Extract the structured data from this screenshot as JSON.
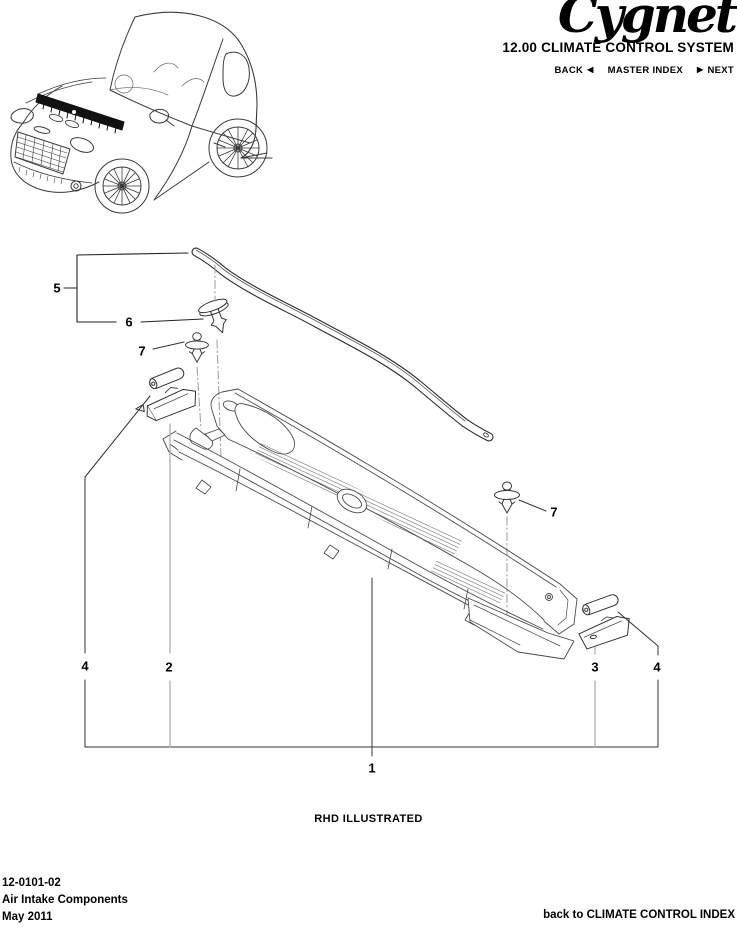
{
  "header": {
    "logo": "Cygnet",
    "title": "12.00 CLIMATE CONTROL SYSTEM",
    "nav": {
      "back": "BACK",
      "back_arrow": "◀",
      "master_index": "MASTER INDEX",
      "next_arrow": "▶",
      "next": "NEXT"
    }
  },
  "diagram": {
    "note": "RHD ILLUSTRATED",
    "callouts": {
      "c1": "1",
      "c2": "2",
      "c3": "3",
      "c4_left": "4",
      "c4_right": "4",
      "c5": "5",
      "c6": "6",
      "c7_left": "7",
      "c7_right": "7"
    }
  },
  "footer": {
    "doc_number": "12-0101-02",
    "doc_title": "Air Intake Components",
    "date": "May 2011",
    "back_link": "back to CLIMATE CONTROL INDEX"
  },
  "colors": {
    "ink": "#000000",
    "line": "#4a4a4a",
    "leader_gray": "#a6a6a6",
    "background": "#ffffff"
  }
}
